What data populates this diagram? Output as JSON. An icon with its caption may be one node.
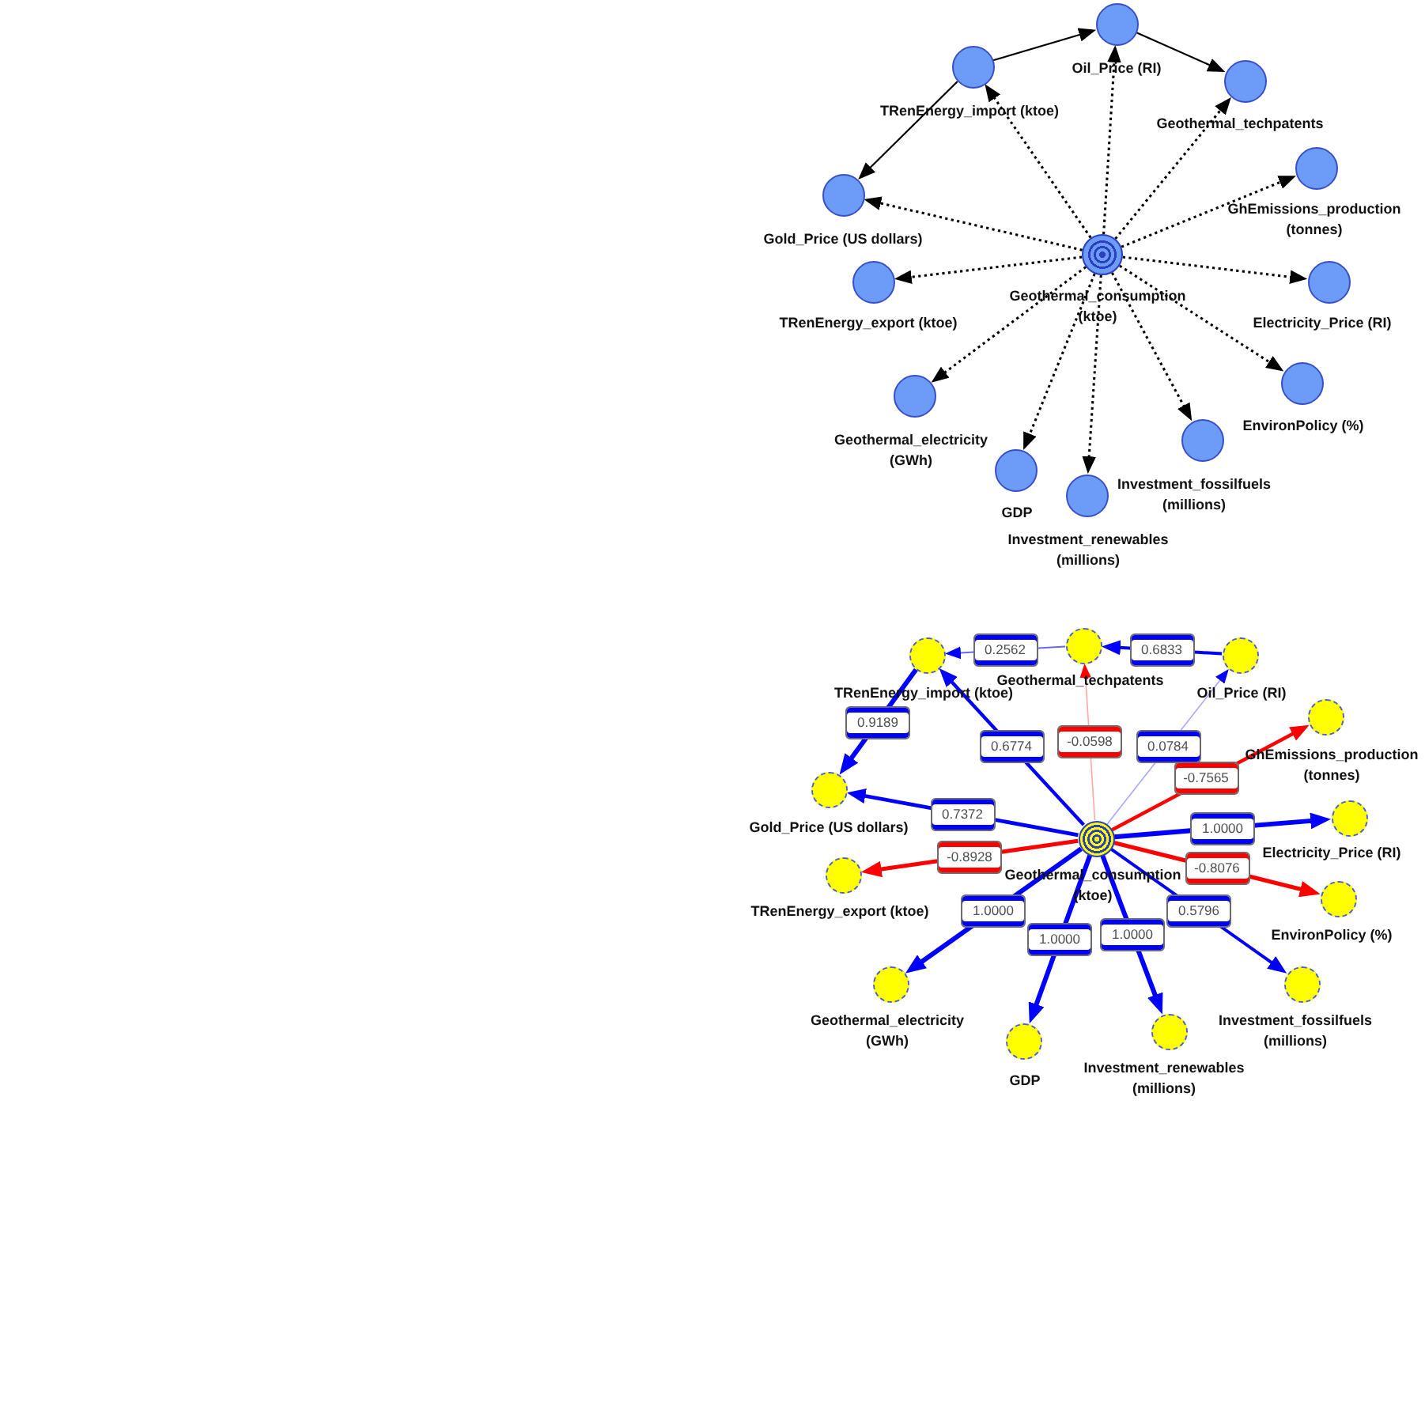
{
  "diagram": {
    "nodes": [
      {
        "text": [
          "Oil_Price (RI)"
        ]
      },
      {
        "text": [
          "TRenEnergy_import (ktoe)"
        ]
      },
      {
        "text": [
          "Geothermal_techpatents"
        ]
      },
      {
        "text": [
          "GhEmissions_production (tonnes)"
        ]
      },
      {
        "text": [
          "Gold_Price (US dollars)"
        ]
      },
      {
        "text": [
          "Geothermal_consumption (ktoe)"
        ]
      },
      {
        "text": [
          "TRenEnergy_export (ktoe)"
        ]
      },
      {
        "text": [
          "Electricity_Price (RI)"
        ]
      },
      {
        "text": [
          "EnvironPolicy (%)"
        ]
      },
      {
        "text": [
          "Geothermal_electricity (GWh)"
        ]
      },
      {
        "text": [
          "Investment_fossilfuels (millions)"
        ]
      },
      {
        "text": [
          "GDP"
        ]
      },
      {
        "text": [
          "Investment_renewables (millions)"
        ]
      },
      {
        "text": [
          "TRenEnergy_import (ktoe)"
        ]
      },
      {
        "text": [
          "Geothermal_techpatents"
        ]
      },
      {
        "text": [
          "Oil_Price (RI)"
        ]
      },
      {
        "text": [
          "GhEmissions_production (tonnes)"
        ]
      },
      {
        "text": [
          "Gold_Price (US dollars)"
        ]
      },
      {
        "text": [
          "Electricity_Price (RI)"
        ]
      },
      {
        "text": [
          "Geothermal_consumption (ktoe)"
        ]
      },
      {
        "text": [
          "TRenEnergy_export (ktoe)"
        ]
      },
      {
        "text": [
          "EnvironPolicy (%)"
        ]
      },
      {
        "text": [
          "Geothermal_electricity (GWh)"
        ]
      },
      {
        "text": [
          "Investment_fossilfuels (millions)"
        ]
      },
      {
        "text": [
          "Investment_renewables (millions)"
        ]
      },
      {
        "text": [
          "GDP"
        ]
      }
    ],
    "edges": [
      {
        "from": 1,
        "to": 0,
        "arrow": "to"
      },
      {
        "from": 0,
        "to": 2,
        "arrow": "to"
      },
      {
        "from": 1,
        "to": 4,
        "arrow": "to"
      },
      {
        "from": 5,
        "to": 1,
        "arrow": "to",
        "style": "dashed"
      },
      {
        "from": 5,
        "to": 0,
        "arrow": "to",
        "style": "dashed"
      },
      {
        "from": 5,
        "to": 2,
        "arrow": "to",
        "style": "dashed"
      },
      {
        "from": 5,
        "to": 3,
        "arrow": "to",
        "style": "dashed"
      },
      {
        "from": 5,
        "to": 4,
        "arrow": "to",
        "style": "dashed"
      },
      {
        "from": 5,
        "to": 6,
        "arrow": "to",
        "style": "dashed"
      },
      {
        "from": 5,
        "to": 7,
        "arrow": "to",
        "style": "dashed"
      },
      {
        "from": 5,
        "to": 8,
        "arrow": "to",
        "style": "dashed"
      },
      {
        "from": 5,
        "to": 9,
        "arrow": "to",
        "style": "dashed"
      },
      {
        "from": 5,
        "to": 11,
        "arrow": "to",
        "style": "dashed"
      },
      {
        "from": 5,
        "to": 12,
        "arrow": "to",
        "style": "dashed"
      },
      {
        "from": 5,
        "to": 10,
        "arrow": "to",
        "style": "dashed"
      },
      {
        "from": 14,
        "to": 13,
        "arrow": "to",
        "label": "0.2562",
        "color": "#0000ff"
      },
      {
        "from": 15,
        "to": 14,
        "arrow": "to",
        "label": "0.6833",
        "color": "#0000ff"
      },
      {
        "from": 13,
        "to": 17,
        "arrow": "to",
        "label": "0.9189",
        "color": "#0000ff"
      },
      {
        "from": 19,
        "to": 13,
        "arrow": "to",
        "label": "0.6774",
        "color": "#0000ff"
      },
      {
        "from": 19,
        "to": 14,
        "arrow": "to",
        "label": "-0.0598",
        "color": "#ff0000"
      },
      {
        "from": 19,
        "to": 15,
        "arrow": "to",
        "label": "0.0784",
        "color": "#0000ff"
      },
      {
        "from": 19,
        "to": 16,
        "arrow": "to",
        "label": "-0.7565",
        "color": "#ff0000"
      },
      {
        "from": 19,
        "to": 17,
        "arrow": "to",
        "label": "0.7372",
        "color": "#0000ff"
      },
      {
        "from": 19,
        "to": 18,
        "arrow": "to",
        "label": "1.0000",
        "color": "#0000ff"
      },
      {
        "from": 19,
        "to": 20,
        "arrow": "to",
        "label": "-0.8928",
        "color": "#ff0000"
      },
      {
        "from": 19,
        "to": 21,
        "arrow": "to",
        "label": "-0.8076",
        "color": "#ff0000"
      },
      {
        "from": 19,
        "to": 22,
        "arrow": "to",
        "label": "1.0000",
        "color": "#0000ff"
      },
      {
        "from": 19,
        "to": 25,
        "arrow": "to",
        "label": "1.0000",
        "color": "#0000ff"
      },
      {
        "from": 19,
        "to": 24,
        "arrow": "to",
        "label": "1.0000",
        "color": "#0000ff"
      },
      {
        "from": 19,
        "to": 23,
        "arrow": "to",
        "label": "0.5796",
        "color": "#0000ff"
      }
    ]
  }
}
